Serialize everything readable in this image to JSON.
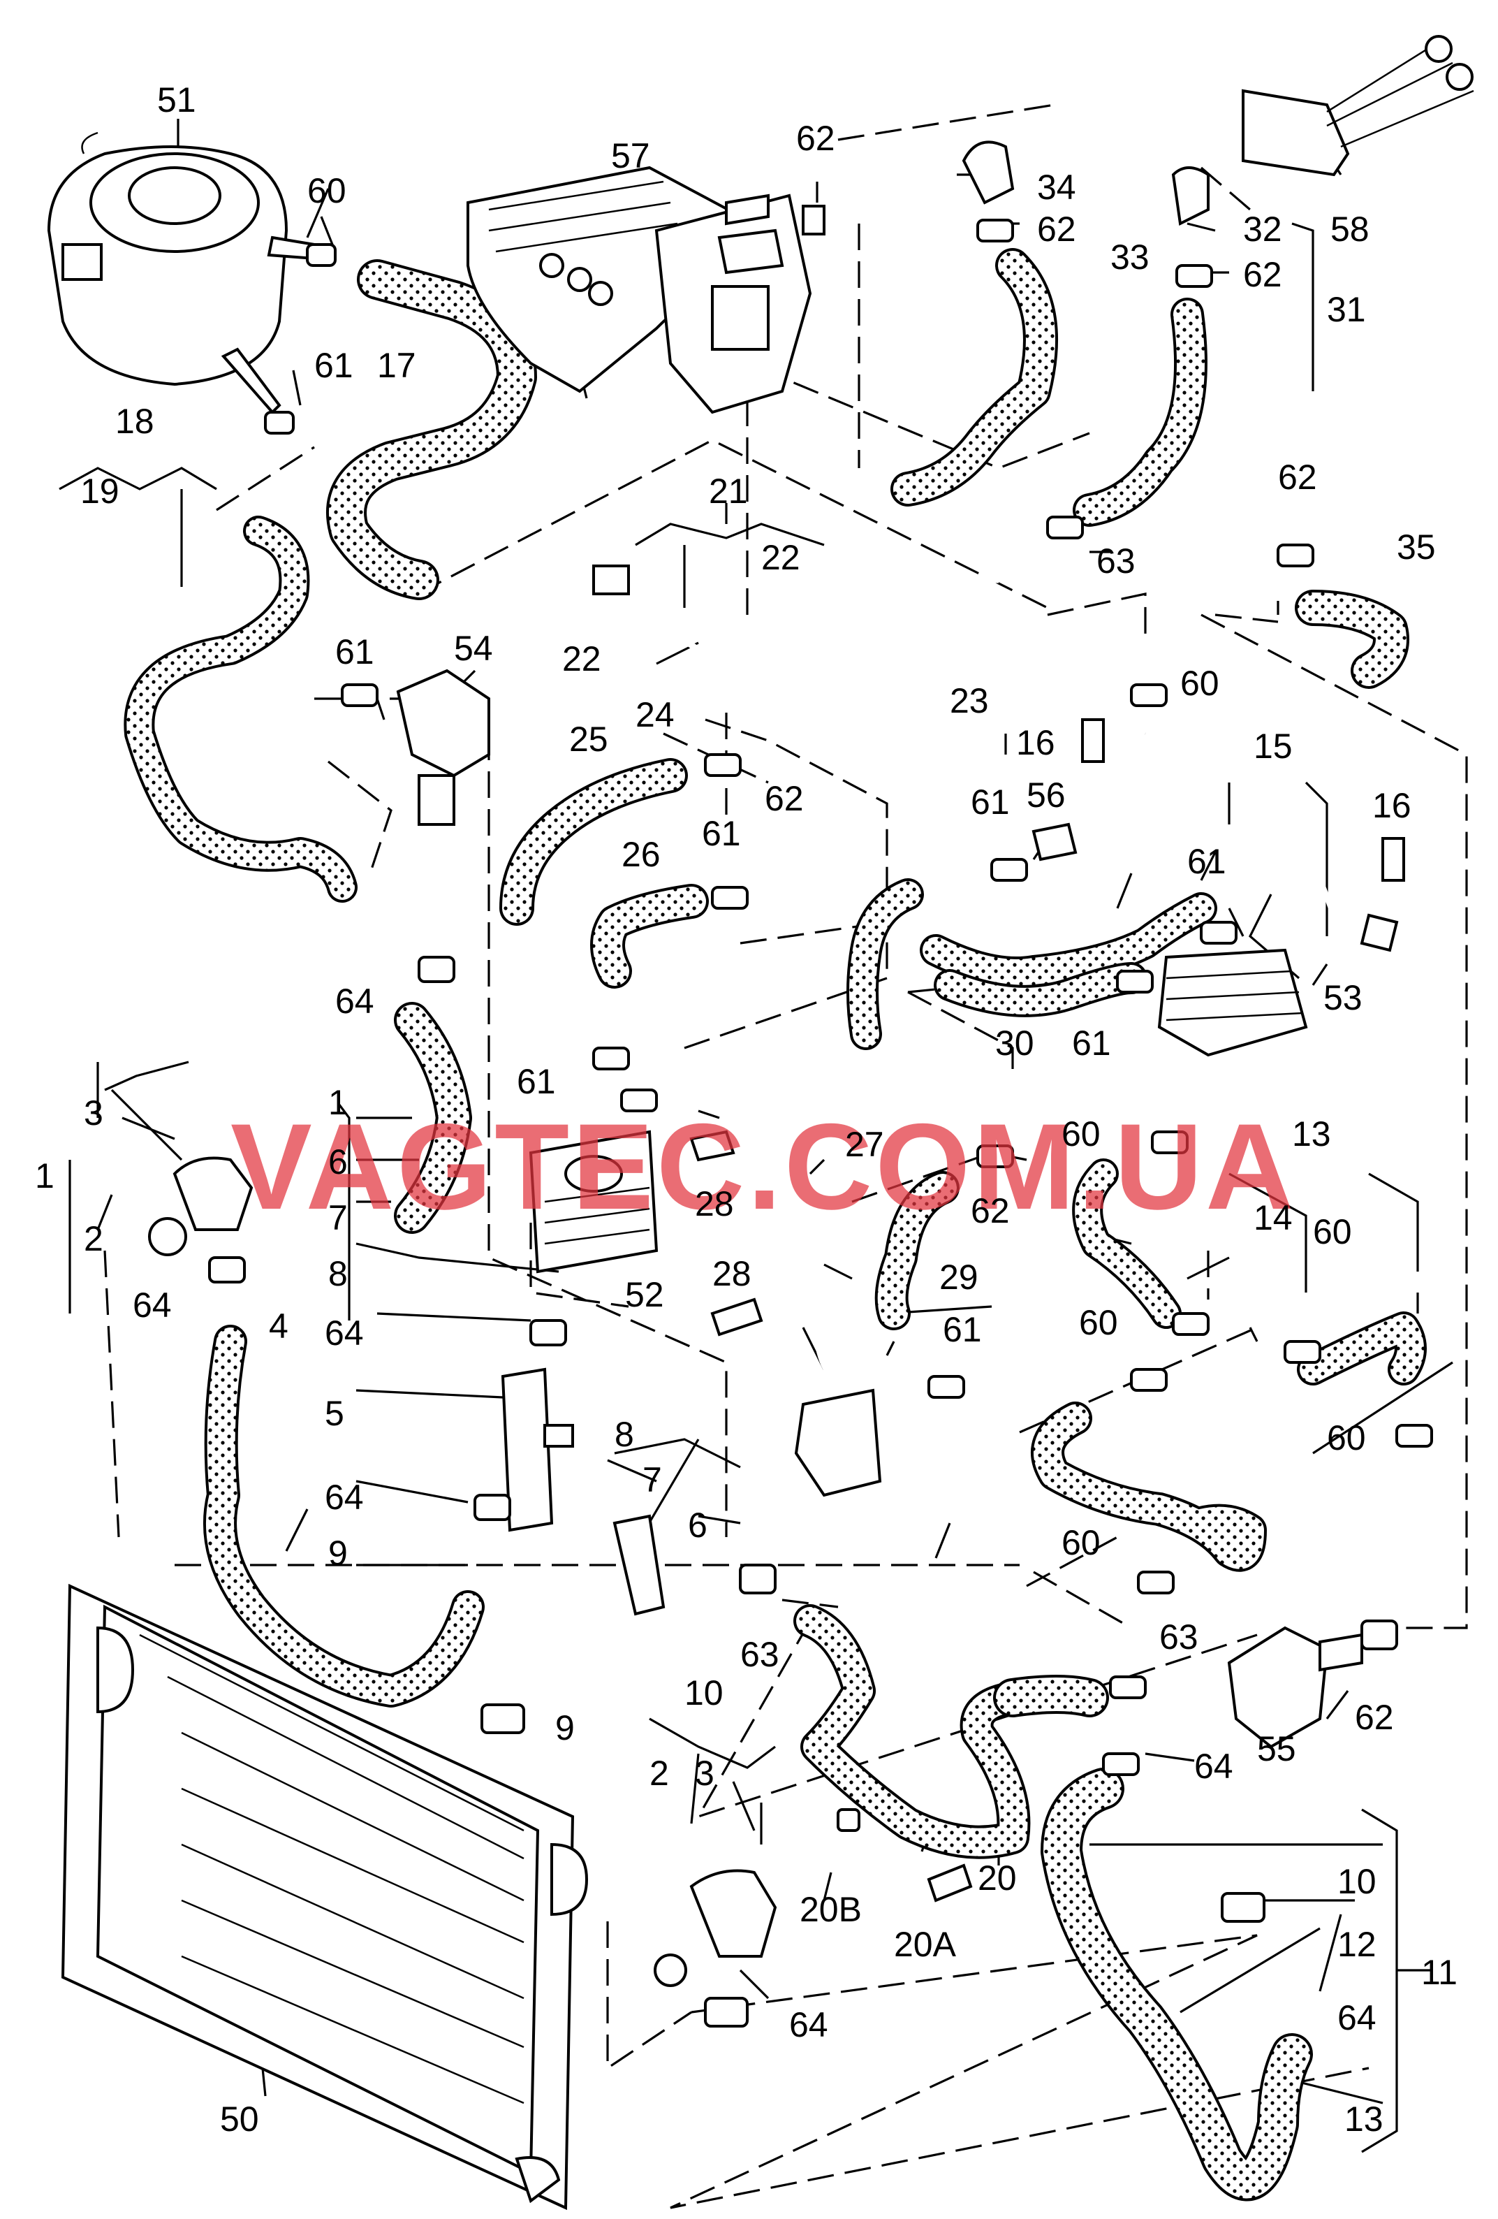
{
  "watermark": "VAGTEC.COM.UA",
  "labels": {
    "l51": "51",
    "l60a": "60",
    "l17": "17",
    "l61a": "61",
    "l18": "18",
    "l19": "19",
    "l57": "57",
    "l62a": "62",
    "l34": "34",
    "l62b": "62",
    "l33": "33",
    "l32": "32",
    "l62c": "62",
    "l31": "31",
    "l58": "58",
    "l21": "21",
    "l22a": "22",
    "l22b": "22",
    "l24": "24",
    "l23": "23",
    "l63a": "63",
    "l62d": "62",
    "l35": "35",
    "l61b": "61",
    "l54": "54",
    "l25": "25",
    "l62e": "62",
    "l60b": "60",
    "l16a": "16",
    "l56": "56",
    "l15": "15",
    "l61c": "61",
    "l26": "26",
    "l61d": "61",
    "l61e": "61",
    "l16b": "16",
    "l64a": "64",
    "l53": "53",
    "l30": "30",
    "l61f": "61",
    "l61g": "61",
    "l1a": "1",
    "l3a": "3",
    "l1b": "1",
    "l6a": "6",
    "l7a": "7",
    "l8a": "8",
    "l2a": "2",
    "l64b": "64",
    "l27": "27",
    "l28a": "28",
    "l62f": "62",
    "l60c": "60",
    "l13a": "13",
    "l14": "14",
    "l52": "52",
    "l4": "4",
    "l64c": "64",
    "l28b": "28",
    "l29": "29",
    "l60d": "60",
    "l60e": "60",
    "l5": "5",
    "l8b": "8",
    "l61h": "61",
    "l7b": "7",
    "l64d": "64",
    "l6b": "6",
    "l9a": "9",
    "l60f": "60",
    "l60g": "60",
    "l63b": "63",
    "l63c": "63",
    "l9b": "9",
    "l10a": "10",
    "l2b": "2",
    "l3b": "3",
    "l62g": "62",
    "l55": "55",
    "l64e": "64",
    "l20": "20",
    "l20b": "20B",
    "l20a": "20A",
    "l10b": "10",
    "l12": "12",
    "l11": "11",
    "l64f": "64",
    "l64g": "64",
    "l50": "50",
    "l13b": "13"
  }
}
